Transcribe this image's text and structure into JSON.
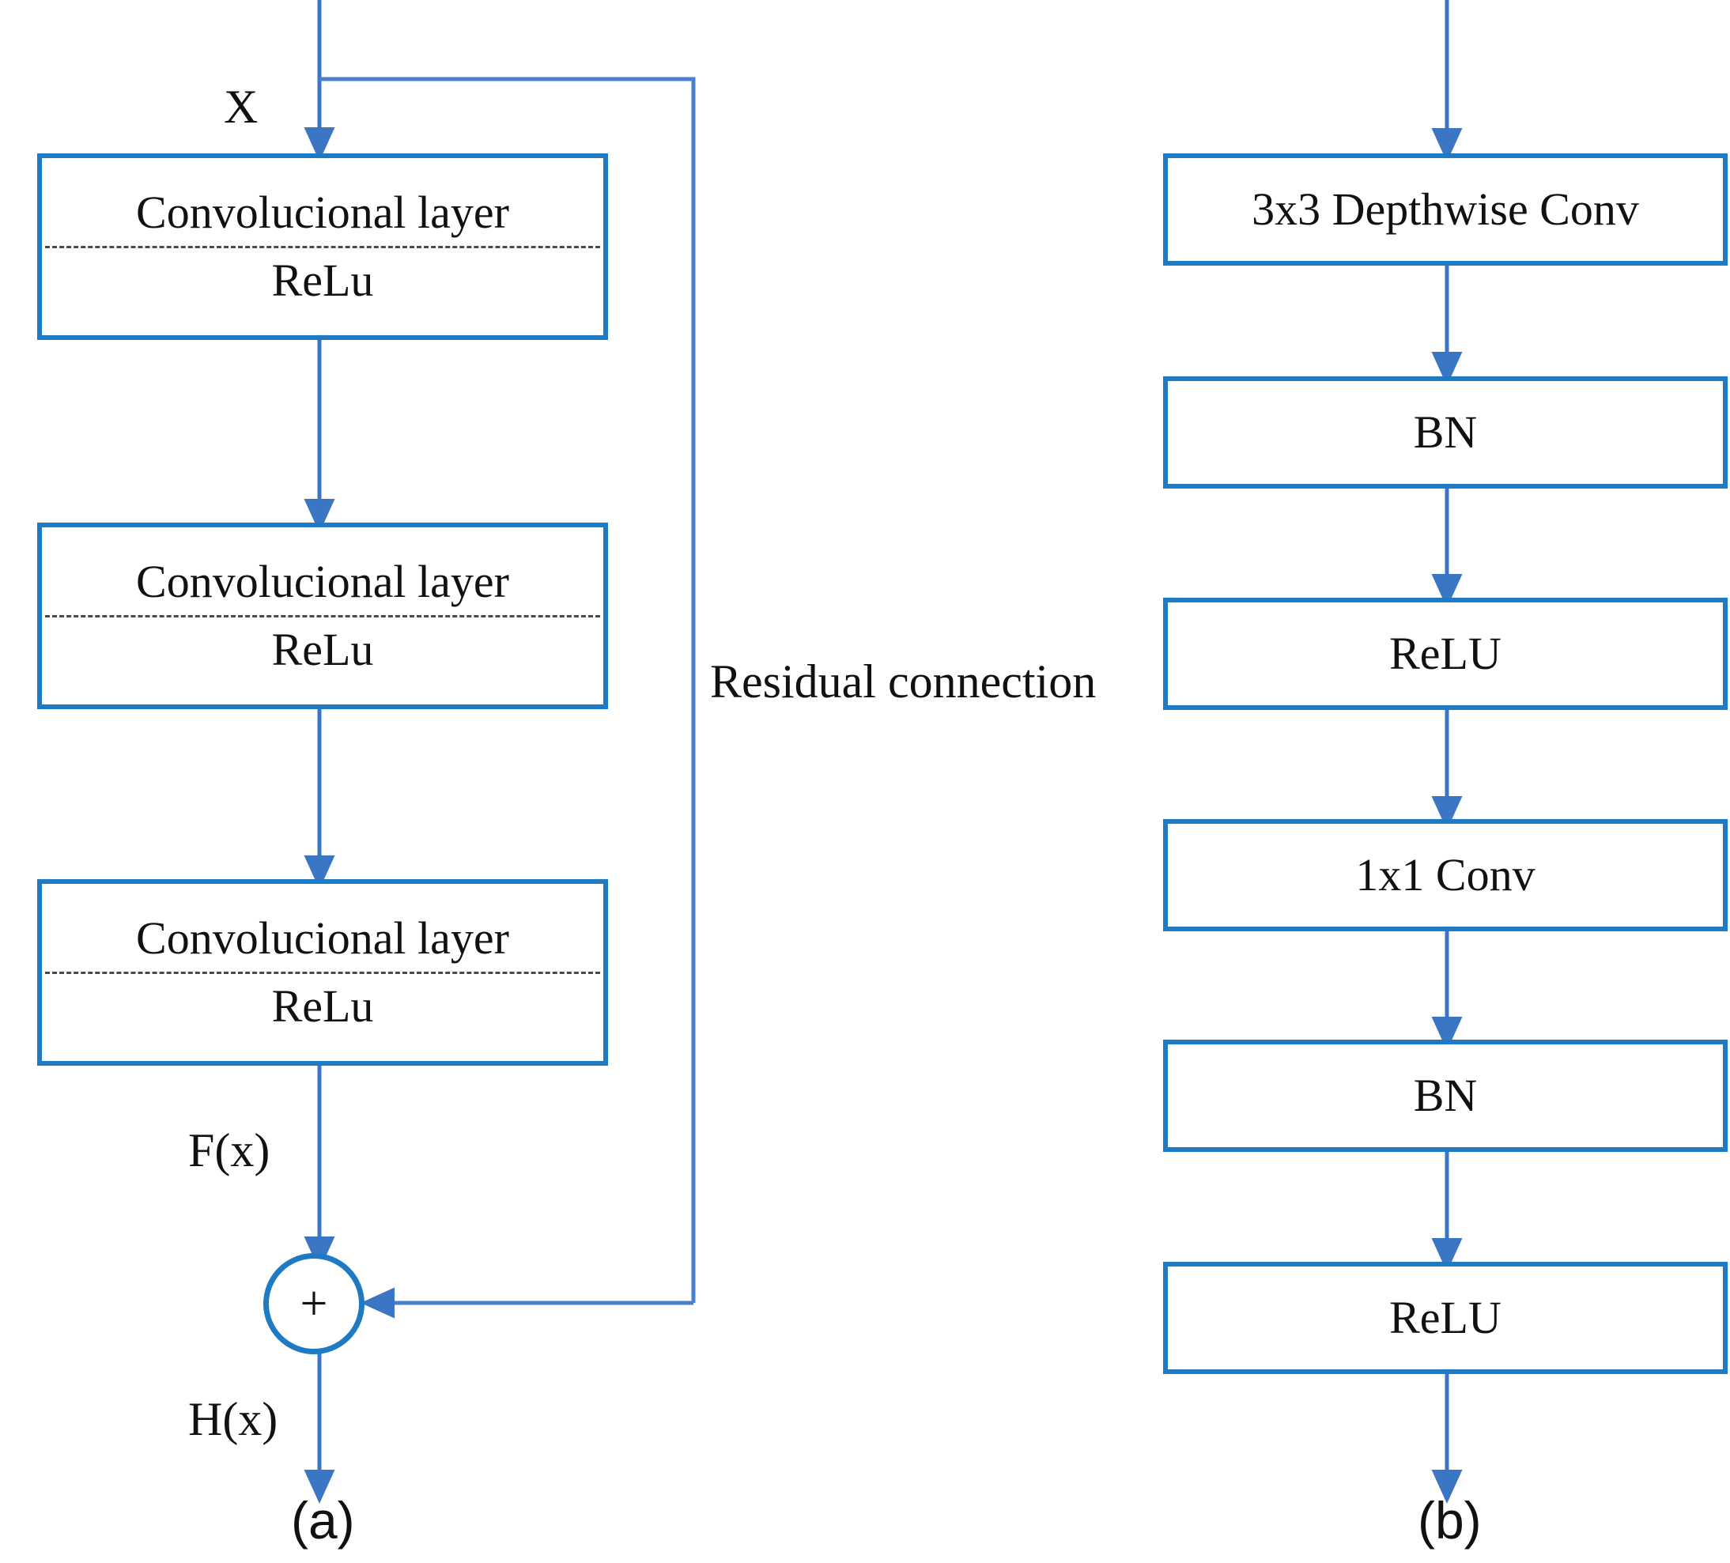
{
  "figure": {
    "panels": [
      {
        "tag": "(a)",
        "input_label": "X",
        "mid_label": "F(x)",
        "output_label": "H(x)",
        "sum_symbol": "+",
        "blocks": [
          {
            "top": "Convolucional layer",
            "bottom": "ReLu"
          },
          {
            "top": "Convolucional layer",
            "bottom": "ReLu"
          },
          {
            "top": "Convolucional layer",
            "bottom": "ReLu"
          }
        ]
      },
      {
        "tag": "(b)",
        "blocks": [
          {
            "label": "3x3 Depthwise Conv"
          },
          {
            "label": "BN"
          },
          {
            "label": "ReLU"
          },
          {
            "label": "1x1 Conv"
          },
          {
            "label": "BN"
          },
          {
            "label": "ReLU"
          }
        ]
      }
    ],
    "annotations": {
      "residual_connection": "Residual connection"
    },
    "colors": {
      "box_border": "#1f7ac4",
      "arrow": "#3a76c4",
      "dashed_separator": "#4a4a4a",
      "text": "#111111",
      "background": "#ffffff"
    }
  }
}
